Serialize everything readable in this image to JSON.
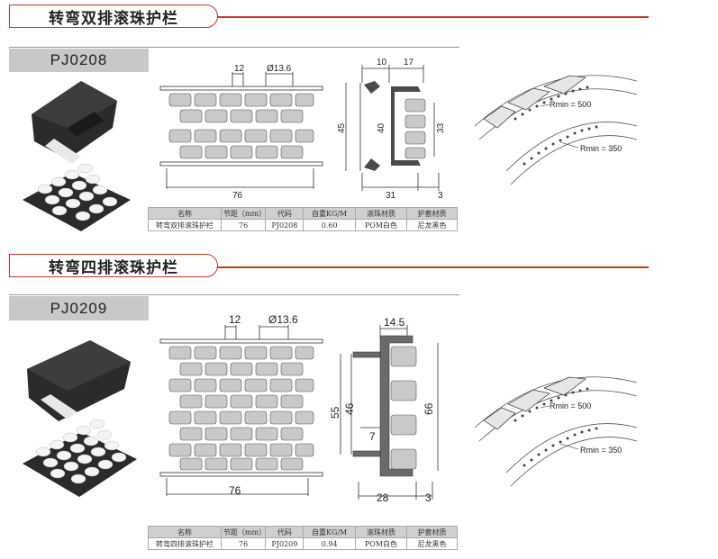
{
  "sections": [
    {
      "title": "转弯双排滚珠护栏",
      "code": "PJ0208",
      "dims": {
        "pitch_small": "12",
        "diameter": "Ø13.6",
        "width_total": "76",
        "height": "45",
        "inner": "40",
        "right_h": "33",
        "top_a": "10",
        "top_b": "17",
        "bottom_a": "31",
        "bottom_b": "3"
      },
      "rmin": [
        "Rmin = 500",
        "Rmin = 350"
      ],
      "table": {
        "headers": [
          "名称",
          "节距（mm）",
          "代码",
          "自重KG/M",
          "滚珠材质",
          "护套材质"
        ],
        "row": [
          "转弯双排滚珠护栏",
          "76",
          "PJ0208",
          "0.60",
          "POM白色",
          "尼龙黑色"
        ]
      }
    },
    {
      "title": "转弯四排滚珠护栏",
      "code": "PJ0209",
      "dims": {
        "pitch_small": "12",
        "diameter": "Ø13.6",
        "width_total": "76",
        "h_outer": "55",
        "h_inner": "46",
        "h_right": "66",
        "top": "14.5",
        "small": "7",
        "bottom_a": "28",
        "bottom_b": "3"
      },
      "rmin": [
        "Rmin = 500",
        "Rmin = 350"
      ],
      "table": {
        "headers": [
          "名称",
          "节距（mm）",
          "代码",
          "自重KG/M",
          "滚珠材质",
          "护套材质"
        ],
        "row": [
          "转弯四排滚珠护栏",
          "76",
          "PJ0209",
          "0.94",
          "POM白色",
          "尼龙黑色"
        ]
      }
    }
  ]
}
